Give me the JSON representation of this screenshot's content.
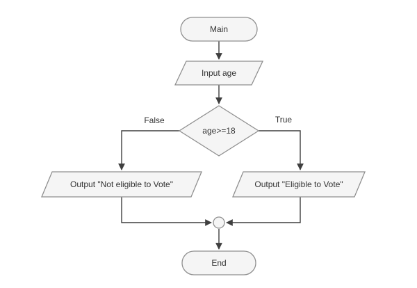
{
  "diagram": {
    "kind": "flowchart",
    "nodes": {
      "main": {
        "label": "Main",
        "shape": "terminator"
      },
      "input_age": {
        "label": "Input age",
        "shape": "parallelogram"
      },
      "decision": {
        "label": "age>=18",
        "shape": "diamond"
      },
      "output_not_eligible": {
        "label": "Output \"Not eligible to Vote\"",
        "shape": "parallelogram"
      },
      "output_eligible": {
        "label": "Output \"Eligible to Vote\"",
        "shape": "parallelogram"
      },
      "junction": {
        "shape": "circle-connector"
      },
      "end": {
        "label": "End",
        "shape": "terminator"
      }
    },
    "edge_labels": {
      "false_branch": "False",
      "true_branch": "True"
    },
    "colors": {
      "node_fill": "#f5f5f5",
      "node_border": "#8f8f8f",
      "edge": "#3f3f3f",
      "text": "#333333",
      "background": "#ffffff"
    }
  }
}
